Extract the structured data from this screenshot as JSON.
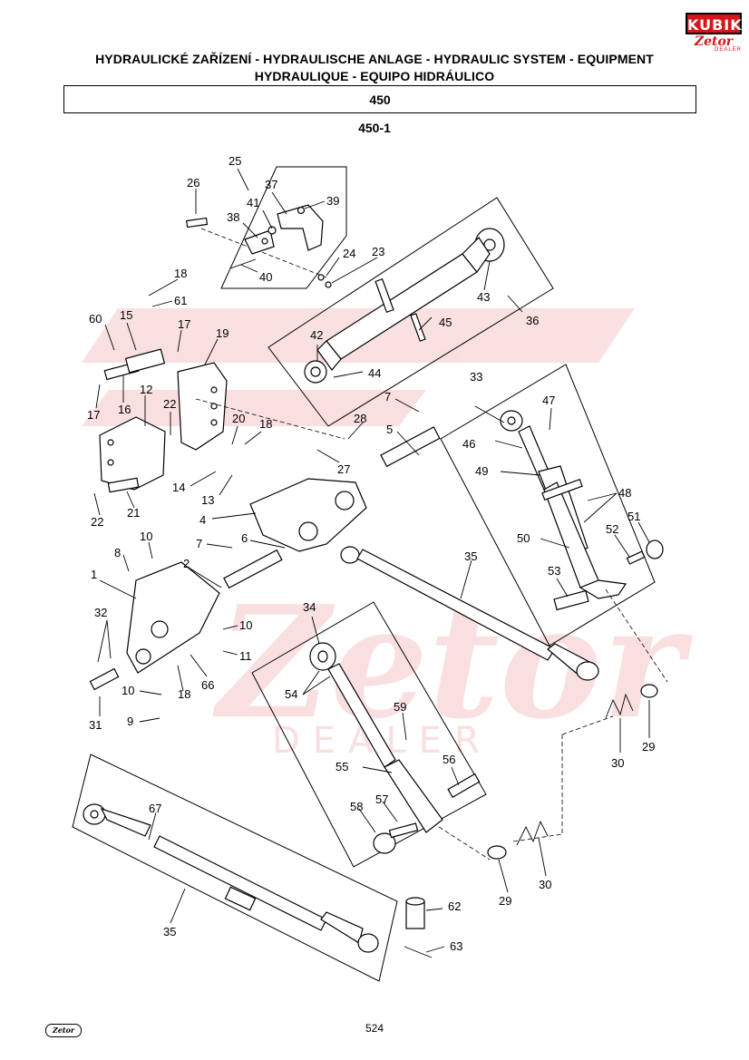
{
  "header": {
    "title_line1": "HYDRAULICKÉ ZAŘÍZENÍ - HYDRAULISCHE ANLAGE - HYDRAULIC SYSTEM - EQUIPMENT",
    "title_line2": "HYDRAULIQUE - EQUIPO HIDRÁULICO",
    "section": "450",
    "subsection": "450-1"
  },
  "logo": {
    "brand": "KUBIK",
    "sub": "Zetor",
    "tag": "DEALER"
  },
  "footer": {
    "page": "524",
    "brand": "Zetor"
  },
  "watermark": {
    "text": "Zetor",
    "sub": "DEALER"
  },
  "callouts": {
    "c1": "1",
    "c2": "2",
    "c4": "4",
    "c5": "5",
    "c6": "6",
    "c7a": "7",
    "c7b": "7",
    "c8": "8",
    "c9": "9",
    "c10a": "10",
    "c10b": "10",
    "c10c": "10",
    "c11": "11",
    "c12": "12",
    "c13": "13",
    "c14": "14",
    "c15": "15",
    "c16": "16",
    "c17a": "17",
    "c17b": "17",
    "c18a": "18",
    "c18b": "18",
    "c18c": "18",
    "c19": "19",
    "c20": "20",
    "c21": "21",
    "c22a": "22",
    "c22b": "22",
    "c23": "23",
    "c24": "24",
    "c25": "25",
    "c26": "26",
    "c27": "27",
    "c28": "28",
    "c29a": "29",
    "c29b": "29",
    "c30a": "30",
    "c30b": "30",
    "c31": "31",
    "c32": "32",
    "c33": "33",
    "c34": "34",
    "c35a": "35",
    "c35b": "35",
    "c36": "36",
    "c37": "37",
    "c38": "38",
    "c39": "39",
    "c40": "40",
    "c41": "41",
    "c42": "42",
    "c43": "43",
    "c44": "44",
    "c45": "45",
    "c46": "46",
    "c47": "47",
    "c48": "48",
    "c49": "49",
    "c50": "50",
    "c51": "51",
    "c52": "52",
    "c53": "53",
    "c54": "54",
    "c55": "55",
    "c56": "56",
    "c57": "57",
    "c58": "58",
    "c59": "59",
    "c60": "60",
    "c61": "61",
    "c62": "62",
    "c63": "63",
    "c66": "66",
    "c67": "67"
  }
}
